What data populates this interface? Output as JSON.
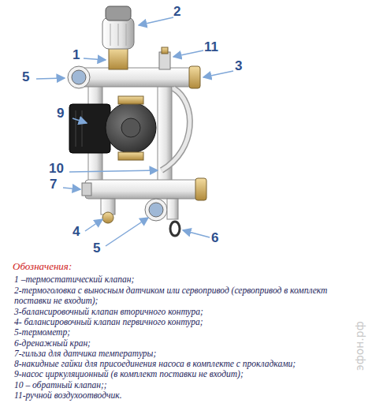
{
  "diagram": {
    "labels": [
      "2",
      "1",
      "11",
      "3",
      "5",
      "9",
      "10",
      "7",
      "4",
      "5",
      "6",
      "Обозначения:",
      "1 –термостатический клапан;",
      "2-термоголовка с выносным датчиком или сервопривод (сервопривод в комплект поставки не входит);",
      "3-балансировочный клапан вторичного контура;",
      "4- балансировочный клапан первичного контура;",
      "5-термометр;",
      "6-дренажный кран;",
      "7-гильза для датчика температуры;",
      "8-накидные гайки для присоединения насоса в комплекте с прокладками;",
      "9-насос циркуляционный (в комплект поставки не входит);",
      "10 – обратный клапан;;",
      "11-ручной воздухоотводчик.",
      "эфон.рф"
    ]
  }
}
